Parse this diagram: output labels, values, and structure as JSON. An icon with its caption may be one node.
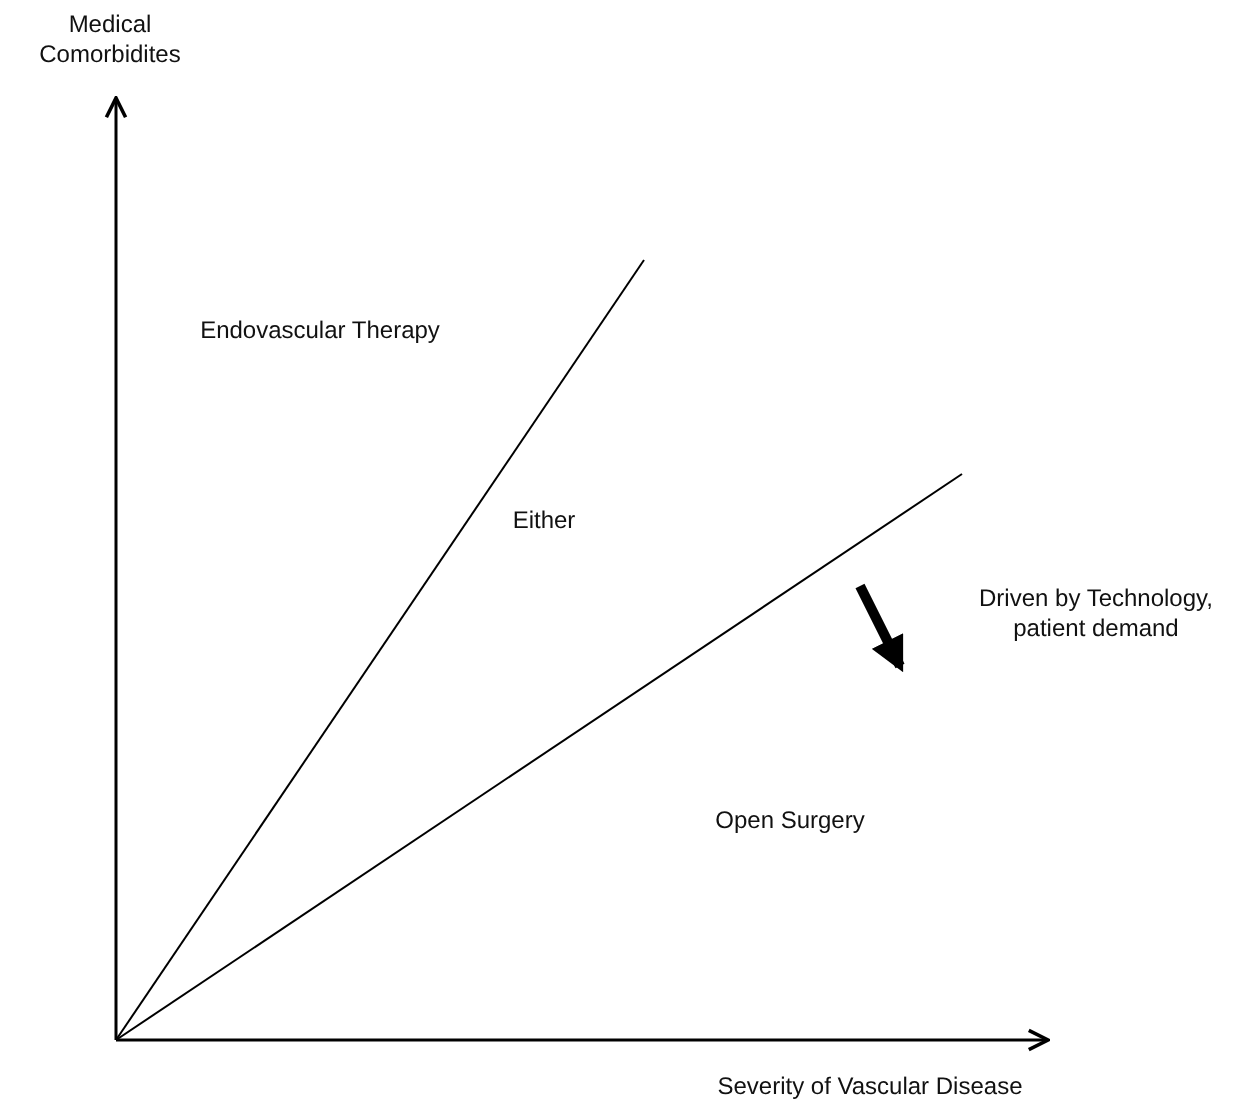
{
  "diagram": {
    "labels": [
      "Medical Comorbidites",
      "Endovascular Therapy",
      "Either",
      "Driven by Technology, patient demand",
      "Open Surgery",
      "Severity of Vascular Disease"
    ]
  }
}
